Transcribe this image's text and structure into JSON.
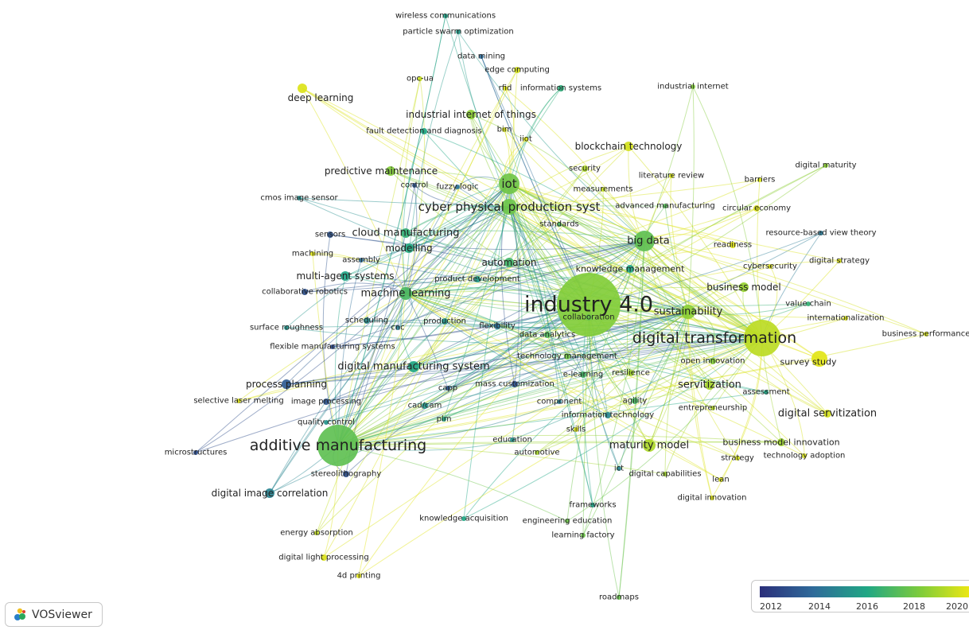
{
  "terms": [
    {
      "label": "industry 4.0",
      "year": 2018.8,
      "size": "xl"
    },
    {
      "label": "digital transformation",
      "year": 2019.9,
      "size": "l"
    },
    {
      "label": "additive manufacturing",
      "year": 2018.0,
      "size": "l"
    },
    {
      "label": "iot",
      "year": 2018.4,
      "size": "m"
    },
    {
      "label": "cyber physical production syst",
      "year": 2018.3,
      "size": "m"
    },
    {
      "label": "big data",
      "year": 2018.0,
      "size": "m"
    },
    {
      "label": "cloud manufacturing",
      "year": 2017.0,
      "size": "m"
    },
    {
      "label": "machine learning",
      "year": 2017.5,
      "size": "m"
    },
    {
      "label": "digital manufacturing system",
      "year": 2016.5,
      "size": "m"
    },
    {
      "label": "sustainability",
      "year": 2019.0,
      "size": "m"
    },
    {
      "label": "servitization",
      "year": 2019.5,
      "size": "m"
    },
    {
      "label": "maturity model",
      "year": 2019.6,
      "size": "m"
    },
    {
      "label": "digital servitization",
      "year": 2020.3,
      "size": "s"
    },
    {
      "label": "business model",
      "year": 2019.2,
      "size": "s"
    },
    {
      "label": "blockchain technology",
      "year": 2020.3,
      "size": "s"
    },
    {
      "label": "predictive maintenance",
      "year": 2018.8,
      "size": "s"
    },
    {
      "label": "industrial internet of things",
      "year": 2019.0,
      "size": "s"
    },
    {
      "label": "deep learning",
      "year": 2020.5,
      "size": "s"
    },
    {
      "label": "automation",
      "year": 2017.3,
      "size": "s"
    },
    {
      "label": "modelling",
      "year": 2016.6,
      "size": "s"
    },
    {
      "label": "multi-agent systems",
      "year": 2016.4,
      "size": "s"
    },
    {
      "label": "process planning",
      "year": 2013.6,
      "size": "s"
    },
    {
      "label": "digital image correlation",
      "year": 2015.2,
      "size": "s"
    },
    {
      "label": "knowledge management",
      "year": 2016.5,
      "size": "s"
    },
    {
      "label": "survey study",
      "year": 2020.6,
      "size": "s"
    },
    {
      "label": "business model innovation",
      "year": 2019.3,
      "size": "s"
    },
    {
      "label": "wireless communications",
      "year": 2016.3,
      "size": "xs"
    },
    {
      "label": "particle swarm optimization",
      "year": 2016.0,
      "size": "xs"
    },
    {
      "label": "data mining",
      "year": 2014.3,
      "size": "xs"
    },
    {
      "label": "edge computing",
      "year": 2020.3,
      "size": "xs"
    },
    {
      "label": "opc-ua",
      "year": 2020.1,
      "size": "xs"
    },
    {
      "label": "rfid",
      "year": 2020.5,
      "size": "xs"
    },
    {
      "label": "information systems",
      "year": 2016.8,
      "size": "xs"
    },
    {
      "label": "industrial internet",
      "year": 2018.8,
      "size": "xs"
    },
    {
      "label": "fault detection and diagnosis",
      "year": 2016.5,
      "size": "xs"
    },
    {
      "label": "bim",
      "year": 2020.4,
      "size": "xs"
    },
    {
      "label": "iiot",
      "year": 2020.6,
      "size": "xs"
    },
    {
      "label": "security",
      "year": 2019.6,
      "size": "xs"
    },
    {
      "label": "literature review",
      "year": 2020.3,
      "size": "xs"
    },
    {
      "label": "digital maturity",
      "year": 2019.0,
      "size": "xs"
    },
    {
      "label": "barriers",
      "year": 2020.4,
      "size": "xs"
    },
    {
      "label": "control",
      "year": 2013.4,
      "size": "xs"
    },
    {
      "label": "fuzzy logic",
      "year": 2014.6,
      "size": "xs"
    },
    {
      "label": "measurements",
      "year": 2020.0,
      "size": "xs"
    },
    {
      "label": "cmos image sensor",
      "year": 2015.6,
      "size": "xs"
    },
    {
      "label": "advanced manufacturing",
      "year": 2017.8,
      "size": "xs"
    },
    {
      "label": "circular economy",
      "year": 2020.5,
      "size": "xs"
    },
    {
      "label": "standards",
      "year": 2017.4,
      "size": "xs"
    },
    {
      "label": "sensors",
      "year": 2013.3,
      "size": "xs"
    },
    {
      "label": "resource-based view theory",
      "year": 2014.8,
      "size": "xs"
    },
    {
      "label": "readiness",
      "year": 2020.6,
      "size": "xs"
    },
    {
      "label": "machining",
      "year": 2020.5,
      "size": "xs"
    },
    {
      "label": "assembly",
      "year": 2014.4,
      "size": "xs"
    },
    {
      "label": "cybersecurity",
      "year": 2020.5,
      "size": "xs"
    },
    {
      "label": "digital strategy",
      "year": 2020.5,
      "size": "xs"
    },
    {
      "label": "product development",
      "year": 2016.0,
      "size": "xs"
    },
    {
      "label": "collaborative robotics",
      "year": 2013.2,
      "size": "xs"
    },
    {
      "label": "value chain",
      "year": 2017.0,
      "size": "xs"
    },
    {
      "label": "internationalization",
      "year": 2020.4,
      "size": "xs"
    },
    {
      "label": "scheduling",
      "year": 2015.5,
      "size": "xs"
    },
    {
      "label": "cnc",
      "year": 2015.0,
      "size": "xs"
    },
    {
      "label": "production",
      "year": 2015.8,
      "size": "xs"
    },
    {
      "label": "flexibility",
      "year": 2014.5,
      "size": "xs"
    },
    {
      "label": "collaboration",
      "year": 2018.2,
      "size": "xs"
    },
    {
      "label": "business performance",
      "year": 2020.3,
      "size": "xs"
    },
    {
      "label": "surface roughness",
      "year": 2015.8,
      "size": "xs"
    },
    {
      "label": "data analytics",
      "year": 2017.7,
      "size": "xs"
    },
    {
      "label": "flexible manufacturing systems",
      "year": 2013.0,
      "size": "xs"
    },
    {
      "label": "technology management",
      "year": 2018.4,
      "size": "xs"
    },
    {
      "label": "open innovation",
      "year": 2018.8,
      "size": "xs"
    },
    {
      "label": "e-learning",
      "year": 2017.4,
      "size": "xs"
    },
    {
      "label": "resilience",
      "year": 2019.4,
      "size": "xs"
    },
    {
      "label": "mass customization",
      "year": 2013.2,
      "size": "xs"
    },
    {
      "label": "capp",
      "year": 2013.5,
      "size": "xs"
    },
    {
      "label": "assessment",
      "year": 2016.5,
      "size": "xs"
    },
    {
      "label": "selective laser melting",
      "year": 2020.5,
      "size": "xs"
    },
    {
      "label": "image processing",
      "year": 2013.4,
      "size": "xs"
    },
    {
      "label": "cad/cam",
      "year": 2015.8,
      "size": "xs"
    },
    {
      "label": "component",
      "year": 2015.0,
      "size": "xs"
    },
    {
      "label": "agility",
      "year": 2017.5,
      "size": "xs"
    },
    {
      "label": "entrepreneurship",
      "year": 2019.7,
      "size": "xs"
    },
    {
      "label": "quality control",
      "year": 2015.8,
      "size": "xs"
    },
    {
      "label": "plm",
      "year": 2016.6,
      "size": "xs"
    },
    {
      "label": "information technology",
      "year": 2015.3,
      "size": "xs"
    },
    {
      "label": "skills",
      "year": 2020.5,
      "size": "xs"
    },
    {
      "label": "education",
      "year": 2015.8,
      "size": "xs"
    },
    {
      "label": "microstructures",
      "year": 2013.1,
      "size": "xs"
    },
    {
      "label": "automotive",
      "year": 2019.5,
      "size": "xs"
    },
    {
      "label": "strategy",
      "year": 2020.3,
      "size": "xs"
    },
    {
      "label": "technology adoption",
      "year": 2020.4,
      "size": "xs"
    },
    {
      "label": "ict",
      "year": 2015.3,
      "size": "xs"
    },
    {
      "label": "stereolithography",
      "year": 2013.2,
      "size": "xs"
    },
    {
      "label": "digital capabilities",
      "year": 2019.4,
      "size": "xs"
    },
    {
      "label": "lean",
      "year": 2020.5,
      "size": "xs"
    },
    {
      "label": "digital innovation",
      "year": 2020.5,
      "size": "xs"
    },
    {
      "label": "frameworks",
      "year": 2016.3,
      "size": "xs"
    },
    {
      "label": "knowledge acquisition",
      "year": 2016.5,
      "size": "xs"
    },
    {
      "label": "engineering education",
      "year": 2018.3,
      "size": "xs"
    },
    {
      "label": "learning factory",
      "year": 2018.3,
      "size": "xs"
    },
    {
      "label": "energy absorption",
      "year": 2020.0,
      "size": "xs"
    },
    {
      "label": "digital light processing",
      "year": 2020.5,
      "size": "xs"
    },
    {
      "label": "4d printing",
      "year": 2020.6,
      "size": "xs"
    },
    {
      "label": "roadmaps",
      "year": 2018.2,
      "size": "xs"
    }
  ],
  "legend": {
    "ticks": [
      "2012",
      "2014",
      "2016",
      "2018",
      "2020"
    ],
    "colors": [
      "#2b2f7a",
      "#2f6b9a",
      "#20a784",
      "#7fcc3a",
      "#f7ea0f"
    ]
  },
  "branding": {
    "name": "VOSviewer"
  }
}
